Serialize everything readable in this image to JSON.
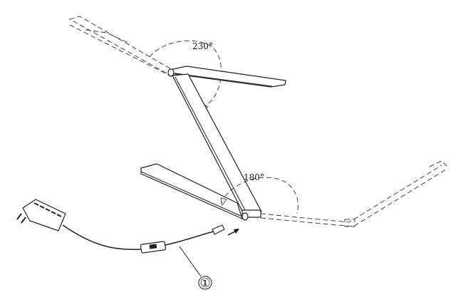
{
  "diagram": {
    "angle_top_label": "230°",
    "angle_bottom_label": "180°",
    "callout_label": "①"
  }
}
